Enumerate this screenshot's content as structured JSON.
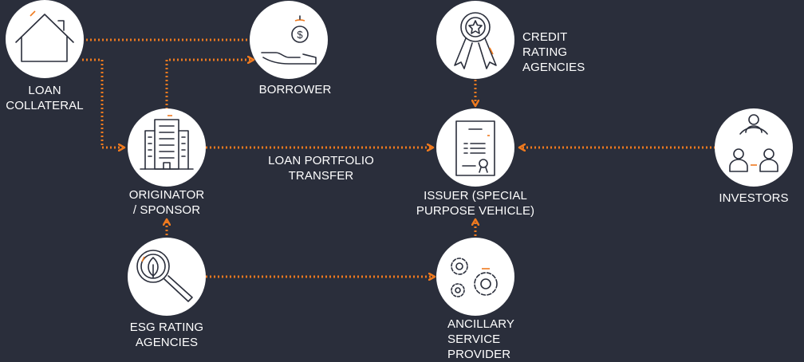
{
  "colors": {
    "background": "#2a2e3b",
    "node": "#ffffff",
    "connector": "#ef7a1f",
    "text": "#ffffff"
  },
  "nodes": {
    "loan_collateral": {
      "icon": "house-icon",
      "label": [
        "LOAN",
        "COLLATERAL"
      ]
    },
    "borrower": {
      "icon": "hand-coin-icon",
      "label": [
        "BORROWER"
      ]
    },
    "credit_rating": {
      "icon": "award-ribbon-icon",
      "label": [
        "CREDIT",
        "RATING",
        "AGENCIES"
      ]
    },
    "originator": {
      "icon": "office-building-icon",
      "label": [
        "ORIGINATOR",
        "/ SPONSOR"
      ]
    },
    "issuer": {
      "icon": "certificate-document-icon",
      "label": [
        "ISSUER (SPECIAL",
        "PURPOSE VEHICLE)"
      ]
    },
    "investors": {
      "icon": "people-group-icon",
      "label": [
        "INVESTORS"
      ]
    },
    "esg_rating": {
      "icon": "leaf-magnifier-icon",
      "label": [
        "ESG RATING",
        "AGENCIES"
      ]
    },
    "ancillary": {
      "icon": "gears-icon",
      "label": [
        "ANCILLARY",
        "SERVICE",
        "PROVIDER"
      ]
    }
  },
  "edges": {
    "loan_portfolio_transfer": [
      "LOAN PORTFOLIO",
      "TRANSFER"
    ]
  }
}
